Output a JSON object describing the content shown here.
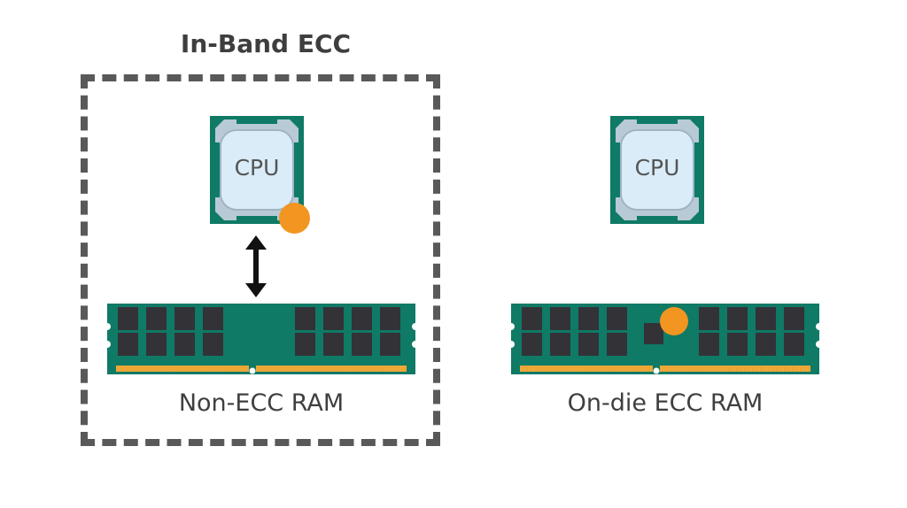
{
  "title": "In-Band ECC",
  "colors": {
    "pcb_green": "#0f7a66",
    "chip_dark": "#333237",
    "ecc_orange": "#f39521",
    "pins_gold": "#f2ad3c",
    "cpu_socket": "#b8cad6",
    "cpu_die": "#d9ecf8",
    "border_gray": "#595959"
  },
  "left": {
    "cpu_label": "CPU",
    "ram_caption": "Non-ECC RAM",
    "cpu_has_ecc_dot": true,
    "ram_has_ecc_chip": false,
    "link": "bidirectional-arrow"
  },
  "right": {
    "cpu_label": "CPU",
    "ram_caption": "On-die ECC RAM",
    "cpu_has_ecc_dot": false,
    "ram_has_ecc_chip": true
  }
}
